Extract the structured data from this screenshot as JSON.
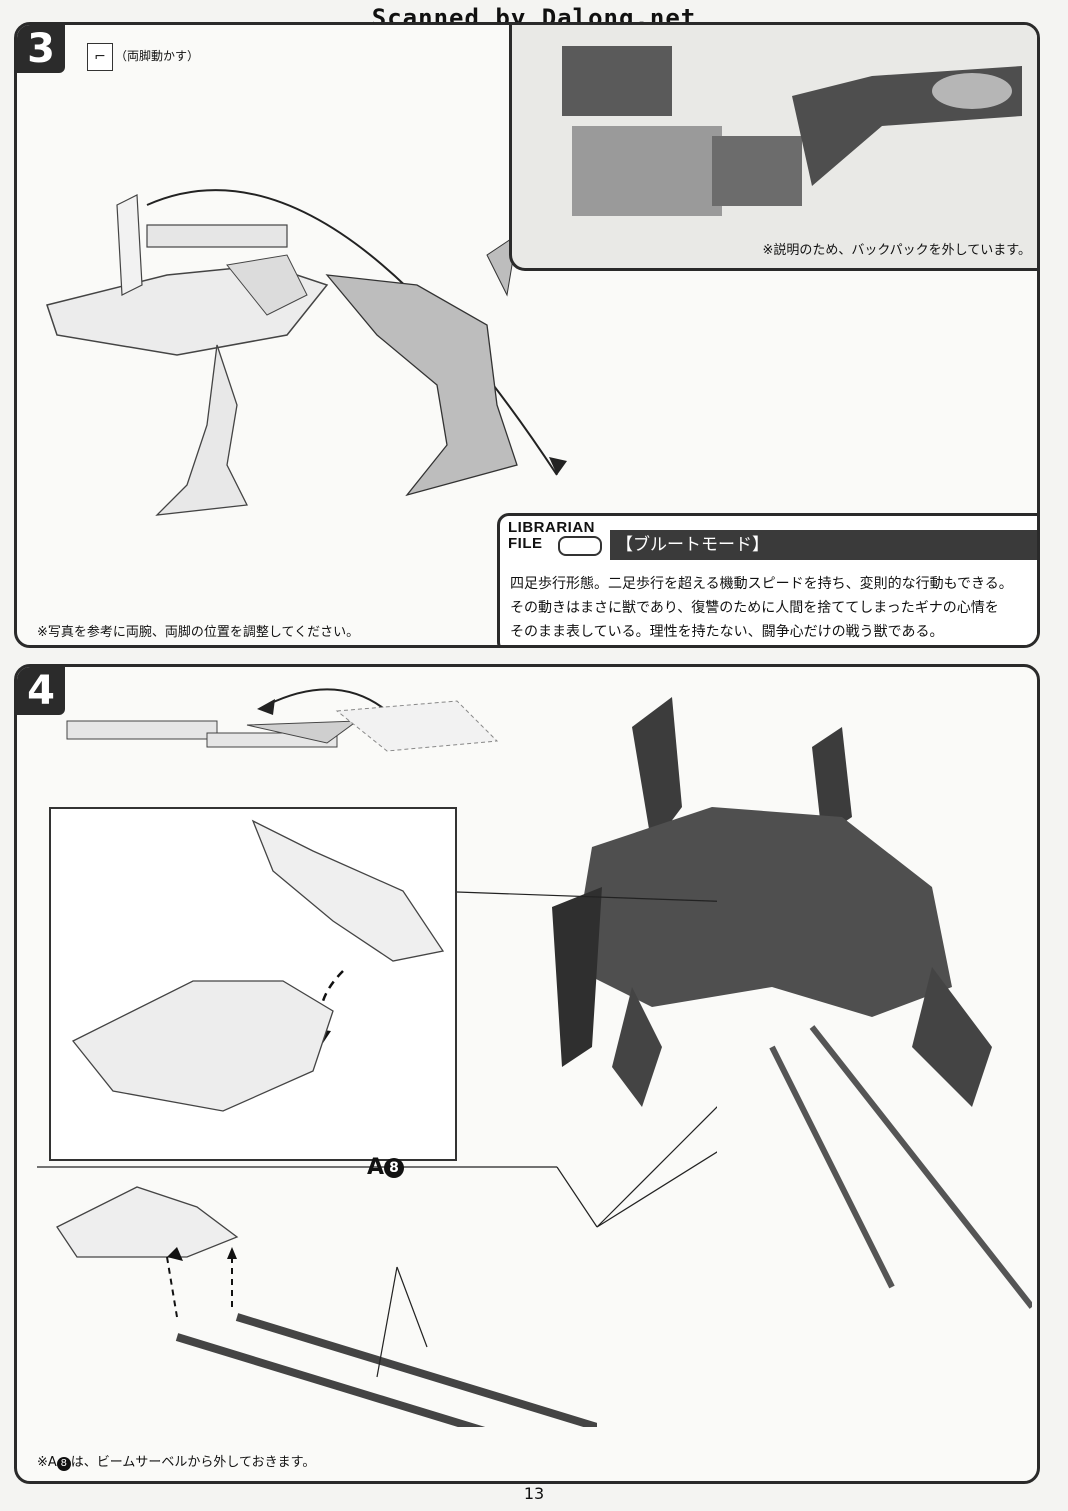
{
  "watermark": "Scanned by Dalong.net",
  "step3": {
    "number": "3",
    "instruction": "（両脚動かす）",
    "photo_note": "※説明のため、バックパックを外しています。",
    "adjust_note": "※写真を参考に両腕、両脚の位置を調整してください。",
    "librarian": {
      "logo_line1": "LIBRARIAN",
      "logo_line2": "FILE",
      "title": "【ブルートモード】",
      "body_line1": "四足歩行形態。二足歩行を超える機動スピードを持ち、変則的な行動もできる。",
      "body_line2": "その動きはまさに獣であり、復讐のために人間を捨ててしまったギナの心情を",
      "body_line3": "そのまま表している。理性を持たない、闘争心だけの戦う獣である。"
    }
  },
  "step4": {
    "number": "4",
    "part_label": "A",
    "part_number": "8",
    "note_prefix": "※A",
    "note_suffix": "は、ビームサーベルから外しておきます。"
  },
  "page_number": "13"
}
